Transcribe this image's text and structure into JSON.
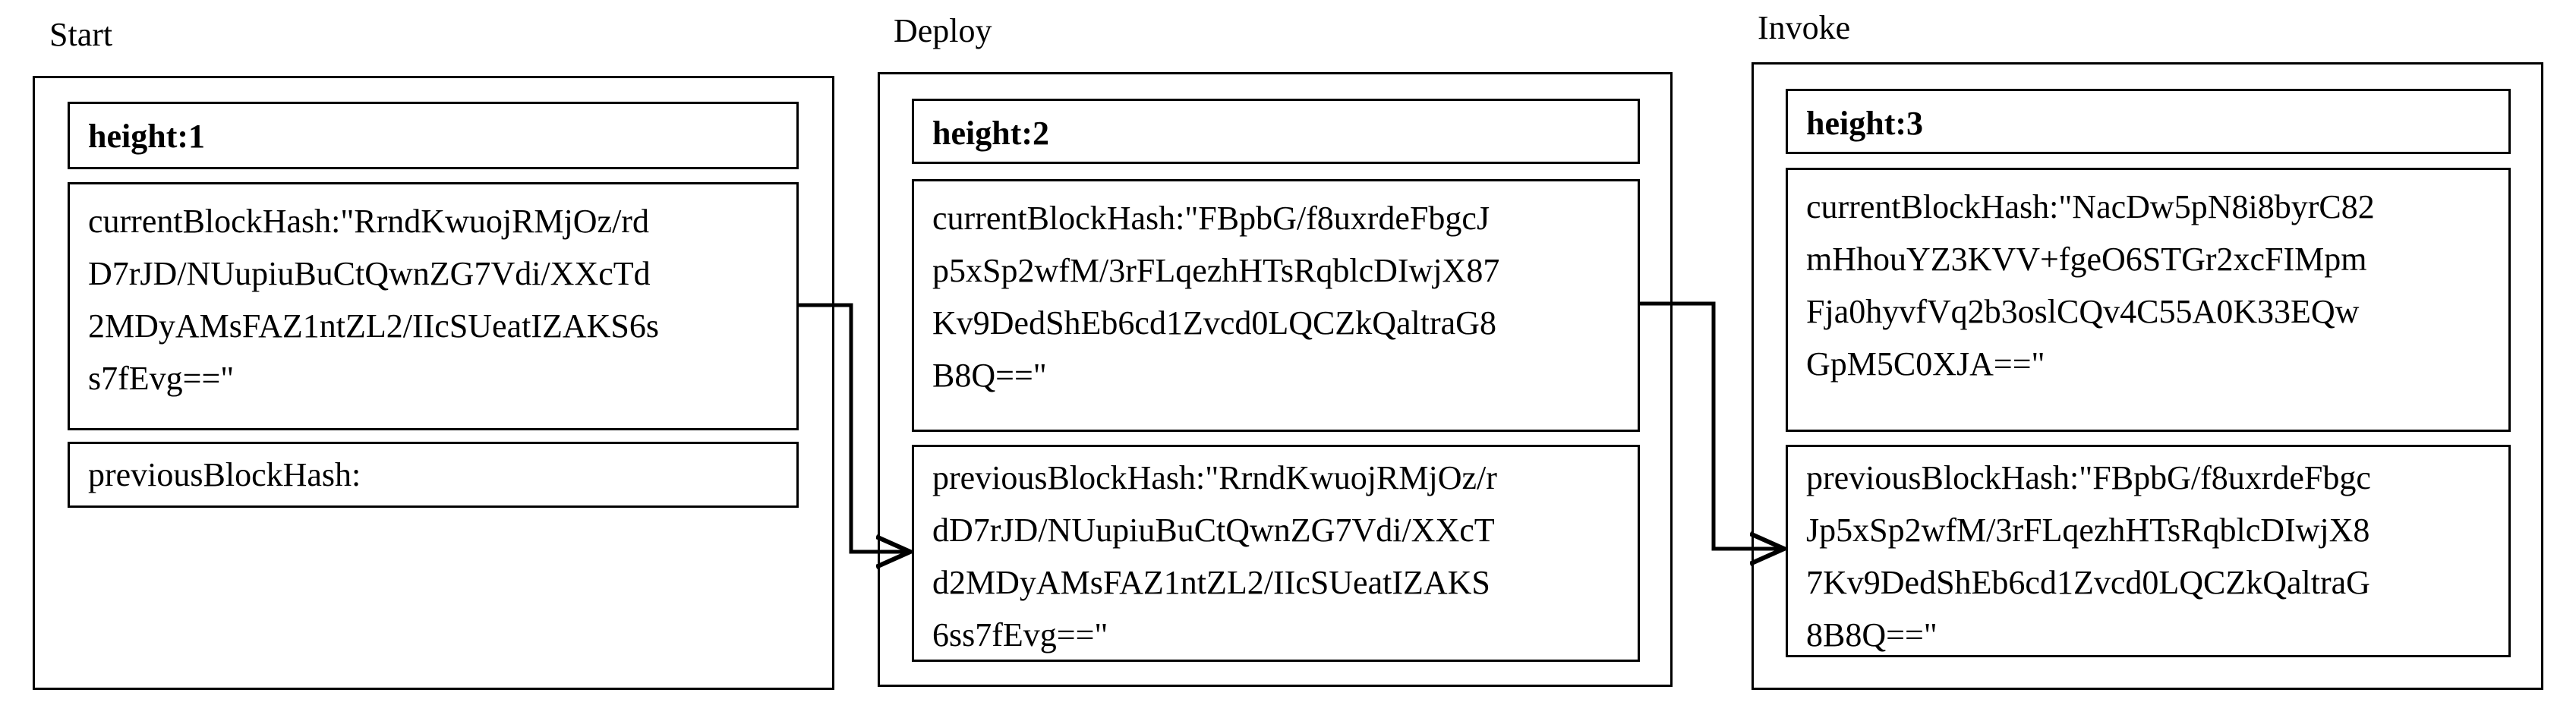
{
  "stages": [
    {
      "label": "Start",
      "height": "height:1",
      "current": [
        "currentBlockHash:\"RrndKwuojRMjOz/rd",
        "D7rJD/NUupiuBuCtQwnZG7Vdi/XXcTd",
        "2MDyAMsFAZ1ntZL2/IIcSUeatIZAKS6s",
        "s7fEvg==\""
      ],
      "previous": [
        "previousBlockHash:"
      ]
    },
    {
      "label": "Deploy",
      "height": "height:2",
      "current": [
        "currentBlockHash:\"FBpbG/f8uxrdeFbgcJ",
        "p5xSp2wfM/3rFLqezhHTsRqblcDIwjX87",
        "Kv9DedShEb6cd1Zvcd0LQCZkQaltraG8",
        "B8Q==\""
      ],
      "previous": [
        "previousBlockHash:\"RrndKwuojRMjOz/r",
        "dD7rJD/NUupiuBuCtQwnZG7Vdi/XXcT",
        "d2MDyAMsFAZ1ntZL2/IIcSUeatIZAKS",
        "6ss7fEvg==\""
      ]
    },
    {
      "label": "Invoke",
      "height": "height:3",
      "current": [
        "currentBlockHash:\"NacDw5pN8i8byrC82",
        "mHhouYZ3KVV+fgeO6STGr2xcFIMpm",
        "Fja0hyvfVq2b3oslCQv4C55A0K33EQw",
        "GpM5C0XJA==\""
      ],
      "previous": [
        "previousBlockHash:\"FBpbG/f8uxrdeFbgc",
        "Jp5xSp2wfM/3rFLqezhHTsRqblcDIwjX8",
        "7Kv9DedShEb6cd1Zvcd0LQCZkQaltraG",
        "8B8Q==\""
      ]
    }
  ]
}
